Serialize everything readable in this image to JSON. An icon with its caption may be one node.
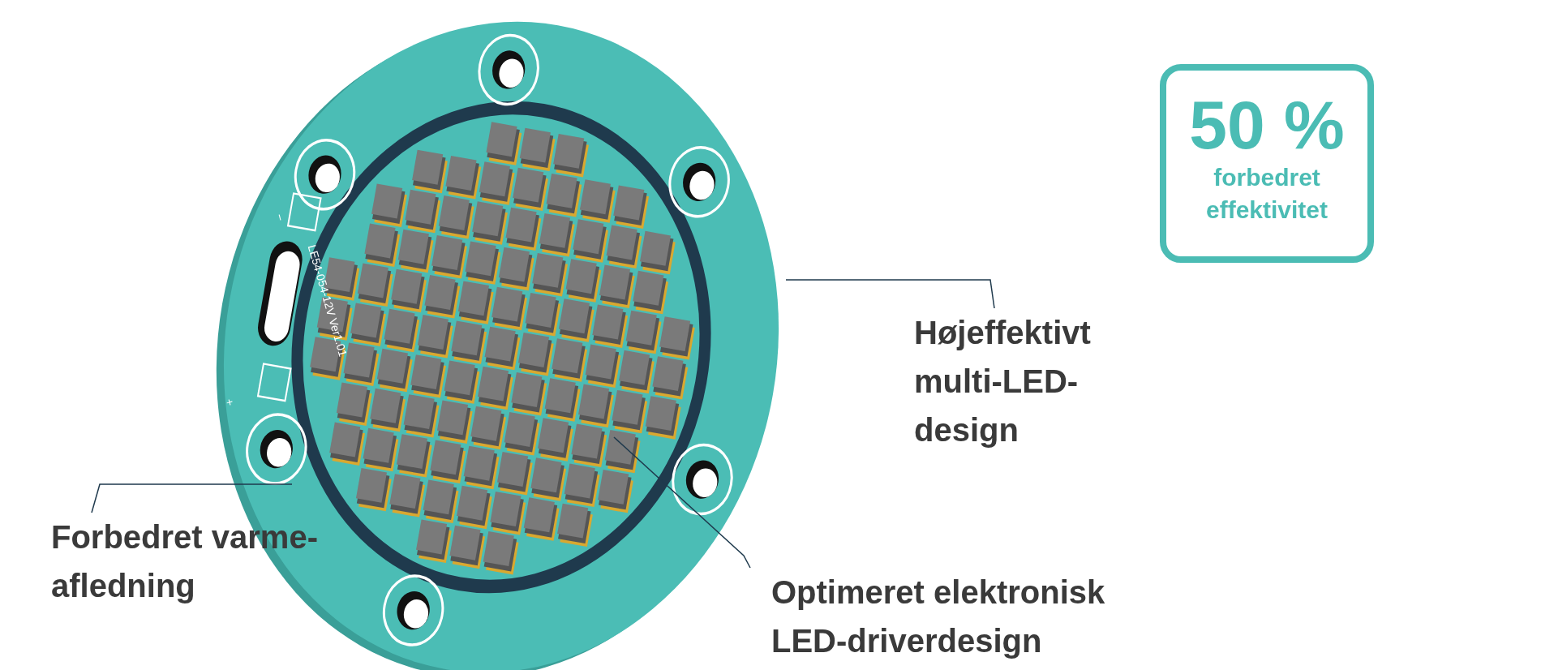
{
  "diagram": {
    "nodes": [
      {
        "text": [
          "Højeffektivt multi-LED-design"
        ]
      },
      {
        "text": [
          "Optimeret elektronisk LED-driverdesign"
        ]
      },
      {
        "text": [
          "Forbedret varme-afledning"
        ]
      },
      {
        "text": [
          "50 %",
          "forbedret effektivitet"
        ]
      }
    ],
    "edges": [
      {
        "from": 0,
        "to": null,
        "arrow": "none"
      },
      {
        "from": 1,
        "to": null,
        "arrow": "none"
      },
      {
        "from": 2,
        "to": null,
        "arrow": "none"
      }
    ],
    "labels": [
      "−",
      "LE54-054-12V Ver1.01",
      "+"
    ]
  }
}
